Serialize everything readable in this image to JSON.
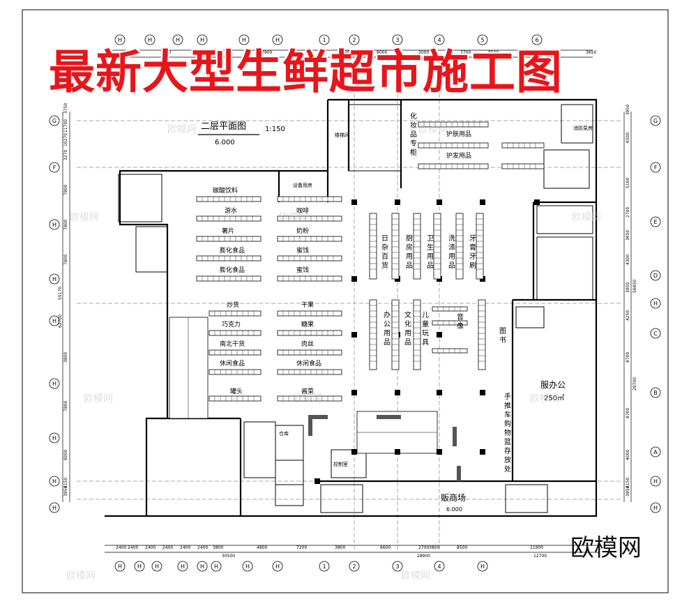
{
  "title": "最新大型生鲜超市施工图",
  "plan": {
    "heading": "二层平面图",
    "scale": "1:150",
    "level": "6.000"
  },
  "watermark": "欧模网",
  "axis_top": [
    "H",
    "H",
    "H",
    "H",
    "H",
    "H",
    "1",
    "2",
    "3",
    "4",
    "5",
    "6"
  ],
  "axis_bottom": [
    "H",
    "H",
    "H",
    "H",
    "H",
    "H",
    "H",
    "H",
    "1",
    "2",
    "3",
    "4",
    "H"
  ],
  "axis_right": [
    "G",
    "F",
    "E",
    "D",
    "H",
    "C",
    "B",
    "A",
    "H",
    "H"
  ],
  "axis_left": [
    "G",
    "F",
    "H",
    "H",
    "H",
    "H",
    "H",
    "H",
    "H"
  ],
  "dims_top": [
    "39000",
    "3000",
    "7900",
    "8000",
    "3000",
    "3700",
    "8500",
    "3600",
    "3650"
  ],
  "dims_bottom": [
    "2400",
    "2400",
    "2400",
    "2400",
    "2400",
    "2400",
    "3800",
    "4800",
    "7200",
    "3800",
    "6600",
    "2700",
    "3800",
    "8500",
    "11900",
    "30500",
    "28900",
    "12700"
  ],
  "dims_left": [
    "3750",
    "11700",
    "10270",
    "3270",
    "7800",
    "7800",
    "55170",
    "7800",
    "62700",
    "3800",
    "7800",
    "6000",
    "4150",
    "3950"
  ],
  "dims_right": [
    "3950",
    "6500",
    "5100",
    "2700",
    "3650",
    "4300",
    "3950",
    "4250",
    "8700",
    "29700",
    "8700",
    "4000",
    "4150",
    "3950",
    "56850"
  ],
  "zones": {
    "cosmetics": "化妆品专柜",
    "skin_care": "护肤用品",
    "hair_care": "护发用品",
    "drinks": "碳酸饮料",
    "water": "游水",
    "coffee": "咖啡",
    "chips": "薯片",
    "milk": "奶粉",
    "puffed1": "膨化食品",
    "puffed2": "膨化食品",
    "candy1": "蜜饯",
    "candy2": "蜜饯",
    "nuts": "炒货",
    "dried": "干果",
    "chocolate": "巧克力",
    "sweets": "糖果",
    "southnorth": "南北干货",
    "floss": "肉丝",
    "snack1": "休闲食品",
    "snack2": "休闲食品",
    "cans": "罐头",
    "pickles": "酱菜",
    "office": "办公用品",
    "stationery": "文化用品",
    "toys": "儿童玩具",
    "books": "图书",
    "audio": "音像",
    "daily": "日杂百货",
    "kitchen": "厨房用品",
    "hygiene": "卫生用品",
    "cleaning": "洗涤用品",
    "oral": "牙膏牙刷",
    "hall": "服办公",
    "hall_area": "250㎡",
    "cart": "手推车购物篮存放处",
    "sales": "贩商场",
    "sales_level": "6.000",
    "stair": "楼梯间",
    "equip": "设备用房",
    "pump": "消防泵房",
    "control": "控制室",
    "store": "仓库"
  }
}
